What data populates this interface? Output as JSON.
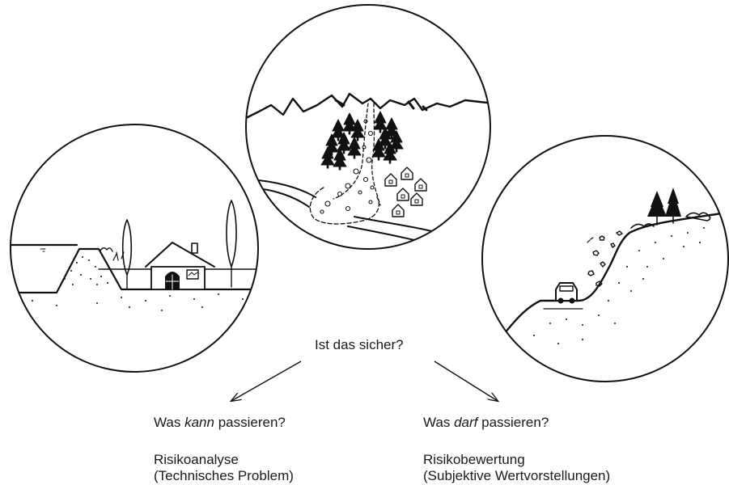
{
  "question": "Ist das sicher?",
  "left": {
    "q_prefix": "Was ",
    "q_emph": "kann",
    "q_suffix": " passieren?",
    "term": "Risikoanalyse",
    "note": "(Technisches Problem)"
  },
  "right": {
    "q_prefix": "Was ",
    "q_emph": "darf",
    "q_suffix": " passieren?",
    "term": "Risikobewertung",
    "note": "(Subjektive Wertvorstellungen)"
  },
  "scenes": {
    "left_icon": "flood-levee-house-icon",
    "center_icon": "mountain-landslide-village-icon",
    "right_icon": "rockfall-road-car-icon"
  }
}
